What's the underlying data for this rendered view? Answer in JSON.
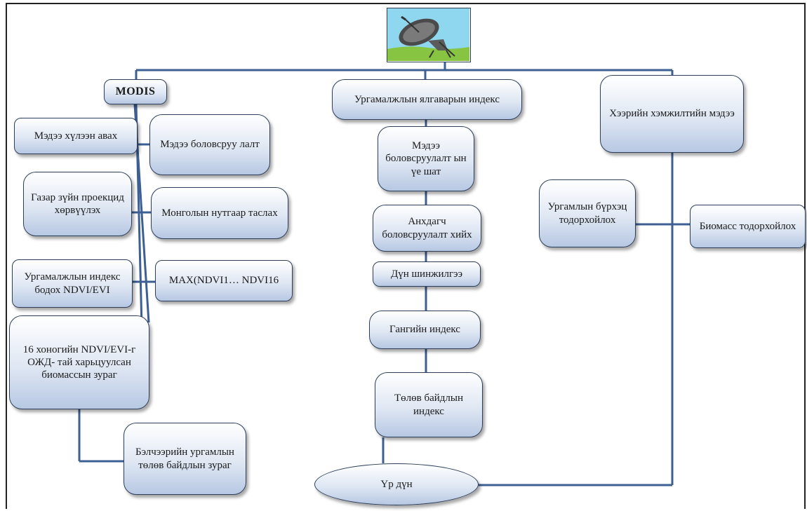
{
  "icon": "satellite-dish-icon",
  "colors": {
    "connector": "#3d5f93",
    "box_border": "#2c3e5a",
    "box_fill_top": "#ffffff",
    "box_fill_bottom": "#b7c8e3",
    "sky": "#8fd6ef",
    "ground": "#86c441"
  },
  "nodes": {
    "modis": "MODIS",
    "data_acquisition": "Мэдээ хүлээн авах",
    "data_processing": "Мэдээ боловсруу лалт",
    "projection": "Газар зүйн проекцид хөрвүүлэх",
    "mongolia_clip": "Монголын нутгаар таслах",
    "index_calc": "Ургамалжлын индекс бодох NDVI/EVI",
    "max_ndvi": "MAX(NDVI1… NDVI16",
    "biomass_map_16": "16 хоногийн NDVI/EVI-г ОЖД- тай харьцуулсан биомассын зураг",
    "pasture_map": "Бэлчээрийн ургамлын төлөв байдлын зураг",
    "veg_index": "Ургамалжлын ялгаварын индекс",
    "processing_stage": "Мэдээ боловсруулалт ын үе шат",
    "primary_processing": "Анхдагч боловсруулалт хийх",
    "result_analysis": "Дүн шинжилгээ",
    "drought_index": "Гангийн индекс",
    "condition_index": "Төлөв байдлын индекс",
    "result": "Үр дүн",
    "field_data": "Хээрийн хэмжилтийн мэдээ",
    "plant_cover": "Ургамлын бүрхэц тодорхойлох",
    "biomass": "Биомасс тодорхойлох"
  }
}
